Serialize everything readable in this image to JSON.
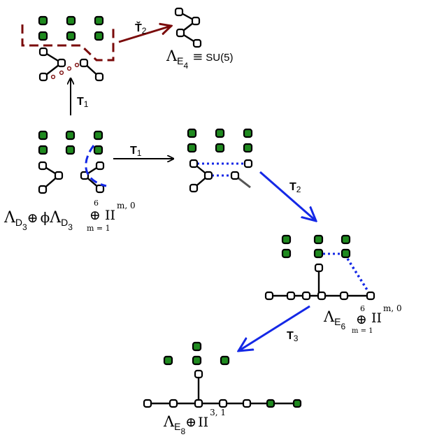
{
  "colors": {
    "dark_red": "#7a0a0a",
    "blue": "#1428e6",
    "green_node": "#1f8a1f",
    "node_outline": "#000000"
  },
  "arrows": {
    "t1_up": {
      "letter": "T",
      "sub": "1"
    },
    "t2_top": {
      "letter": "Ť",
      "sub": "2"
    },
    "t1_right": {
      "letter": "T",
      "sub": "1"
    },
    "t2_down": {
      "letter": "T",
      "sub": "2"
    },
    "t3_down": {
      "letter": "T",
      "sub": "3"
    }
  },
  "labels": {
    "su5": {
      "lambda": "Λ",
      "sub": "E",
      "subsub": "4",
      "equiv": "≡",
      "rest": "SU(5)"
    },
    "d3": {
      "lambda1": "Λ",
      "sub1": "D",
      "subsub1": "3",
      "oplus1": "⊕",
      "phi": "ϕ",
      "lambda2": "Λ",
      "sub2": "D",
      "subsub2": "3",
      "sum_top": "6",
      "sum_oplus": "⊕",
      "sum_bottom": "m = 1",
      "ii": "II",
      "sup": "m, 0"
    },
    "e6": {
      "lambda": "Λ",
      "sub": "E",
      "subsub": "6",
      "sum_top": "6",
      "sum_oplus": "⊕",
      "sum_bottom": "m = 1",
      "ii": "II",
      "sup": "m, 0"
    },
    "e8": {
      "lambda": "Λ",
      "sub": "E",
      "subsub": "8",
      "oplus": "⊕",
      "ii": "II",
      "sup": "3, 1"
    }
  }
}
